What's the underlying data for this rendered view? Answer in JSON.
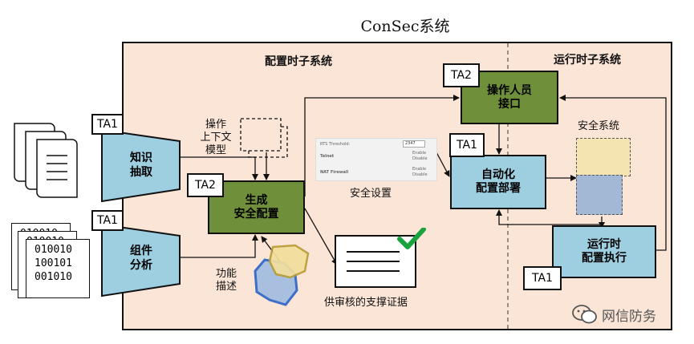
{
  "title": "ConSec系统",
  "sections": {
    "config": "配置时子系统",
    "runtime": "运行时子系统"
  },
  "boxes": {
    "operator": "操作人员\n接口",
    "generate": "生成\n安全配置",
    "auto_deploy": "自动化\n配置部署",
    "runtime_exec": "运行时\n配置执行",
    "knowledge": "知识\n抽取",
    "component": "组件\n分析"
  },
  "tags": {
    "ta_operator": "TA2",
    "ta_generate": "TA2",
    "ta_knowledge": "TA1",
    "ta_component": "TA1",
    "ta_deploy": "TA1",
    "ta_runtime": "TA1"
  },
  "labels": {
    "op_context_model": "操作\n上下文\n模型",
    "security_settings": "安全设置",
    "functional_desc": "功能\n描述",
    "evidence": "供审核的支撑证据",
    "security_system": "安全系统"
  },
  "binary": {
    "back1": "010010",
    "back2": "010010",
    "front": "010010\n100101\n001010"
  },
  "settings_shot": {
    "rts": "RTS Threshold:",
    "rts_value": "2347",
    "telnet": "Telnet",
    "nat": "NAT Firewall",
    "enable": "Enable",
    "disable": "Disable"
  },
  "watermark": "网信防务",
  "colors": {
    "frame_bg": "#fbe5d6",
    "green": "#6f8f3a",
    "blue": "#9dcfe1",
    "tan": "#f3e4b2",
    "slate": "#a3b8d4",
    "check": "#1aa33c"
  }
}
